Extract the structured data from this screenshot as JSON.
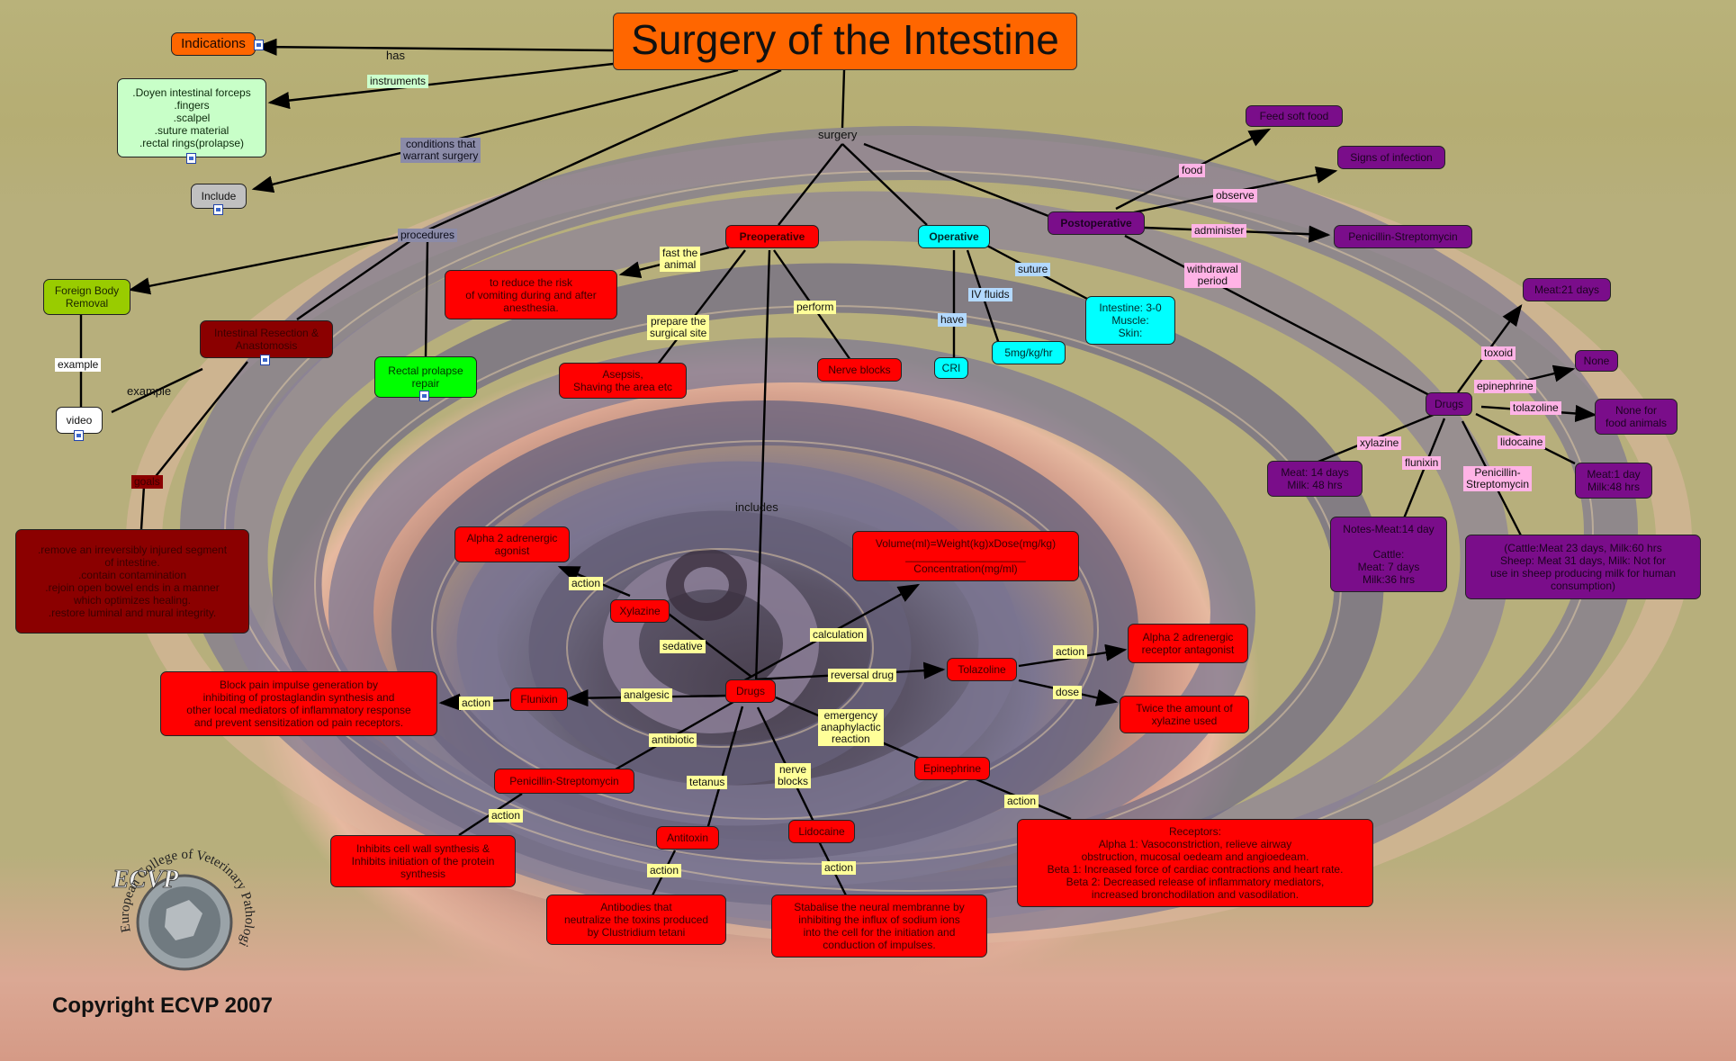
{
  "title": "Surgery of the Intestine",
  "copyright": "Copyright ECVP 2007",
  "logo": {
    "initials": "ECVP",
    "ring_text": "European College of Veterinary Pathologists"
  },
  "colors": {
    "title": "#ff6600",
    "preoperative": "#ff0000",
    "operative": "#00ffff",
    "postoperative": "#7a0d8a",
    "procedures": "#8b0000"
  },
  "nodes": {
    "indications": "Indications",
    "instruments_list": ".Doyen intestinal forceps\n.fingers\n.scalpel\n.suture material\n.rectal rings(prolapse)",
    "include": "Include",
    "foreign_body": "Foreign Body\nRemoval",
    "resection": "Intestinal Resection &\nAnastomosis",
    "rectal": "Rectal prolapse\nrepair",
    "video": "video",
    "resection_desc": ".remove an irreversibly injured segment\nof intestine.\n.contain contamination\n.rejoin open bowel ends in a manner\nwhich optimizes healing.\n.restore luminal and mural integrity.",
    "preop": "Preoperative",
    "vomit": "to reduce the risk\nof vomiting during and after\nanesthesia.",
    "asepsis": "Asepsis,\nShaving the area etc",
    "nerve_blocks": "Nerve blocks",
    "operative": "Operative",
    "cri": "CRI",
    "dose5": "5mg/kg/hr",
    "intestine": "Intestine: 3-0\nMuscle:\nSkin:",
    "postop": "Postoperative",
    "feed": "Feed soft food",
    "signs": "Signs of infection",
    "penstrep_post": "Penicillin-Streptomycin",
    "drugs_post": "Drugs",
    "meat21": "Meat:21 days",
    "none": "None",
    "none_food": "None for\nfood animals",
    "meat14": "Meat: 14 days\nMilk: 48 hrs",
    "notes": "Notes-Meat:14 day\n\nCattle:\nMeat: 7 days\nMilk:36 hrs",
    "cattle": "(Cattle:Meat 23 days, Milk:60 hrs\nSheep: Meat 31 days, Milk: Not for\nuse in sheep producing milk for human\nconsumption)",
    "meat1": "Meat:1 day\nMilk:48 hrs",
    "alpha2": "Alpha 2 adrenergic\nagonist",
    "xylazine": "Xylazine",
    "volume": "Volume(ml)=Weight(kg)xDose(mg/kg)\n____________________\nConcentration(mg/ml)",
    "tolazoline": "Tolazoline",
    "alpha2ant": "Alpha 2 adrenergic\nreceptor antagonist",
    "twice": "Twice the amount of\nxylazine used",
    "block_pain": "Block pain impulse generation by\ninhibiting of prostaglandin synthesis and\nother local mediators of inflammatory response\nand prevent sensitization od pain receptors.",
    "flunixin": "Flunixin",
    "drugs_main": "Drugs",
    "penstrep_main": "Penicillin-Streptomycin",
    "epinephrine": "Epinephrine",
    "inhibits": "Inhibits cell wall synthesis &\nInhibits initiation of the protein\nsynthesis",
    "antitoxin": "Antitoxin",
    "lidocaine": "Lidocaine",
    "antibodies": "Antibodies that\nneutralize the toxins produced\nby Clustridium tetani",
    "stabalise": "Stabalise the neural membranne by\ninhibiting the influx of sodium ions\ninto the cell for the initiation and\nconduction of impulses.",
    "receptors": "Receptors:\nAlpha 1: Vasoconstriction, relieve airway\nobstruction, mucosal oedeam and angioedeam.\nBeta 1: Increased force of cardiac contractions and heart rate.\nBeta 2: Decreased release of inflammatory mediators,\nincreased bronchodilation and vasodilation."
  },
  "links": {
    "has": "has",
    "instruments": "instruments",
    "conditions": "conditions that\nwarrant surgery",
    "procedures": "procedures",
    "surgery": "surgery",
    "example1": "example",
    "example2": "example",
    "goals": "goals",
    "fast": "fast the\nanimal",
    "prepare": "prepare the\nsurgical site",
    "perform": "perform",
    "includes": "includes",
    "suture": "suture",
    "iv_fluids": "IV fluids",
    "have": "have",
    "food": "food",
    "observe": "observe",
    "administer": "administer",
    "withdrawal": "withdrawal\nperiod",
    "toxoid": "toxoid",
    "epinephrine_l": "epinephrine",
    "tolazoline_l": "tolazoline",
    "lidocaine_l": "lidocaine",
    "xylazine_l": "xylazine",
    "flunixin_l": "flunixin",
    "penstrep_l": "Penicillin-\nStreptomycin",
    "action_xyl": "action",
    "sedative": "sedative",
    "calculation": "calculation",
    "reversal": "reversal drug",
    "action_tol": "action",
    "dose": "dose",
    "analgesic": "analgesic",
    "action_flu": "action",
    "antibiotic": "antibiotic",
    "emergency": "emergency\nanaphylactic\nreaction",
    "tetanus": "tetanus",
    "nerve_blocks_l": "nerve\nblocks",
    "action_pen": "action",
    "action_anti": "action",
    "action_lido": "action",
    "action_epi": "action"
  }
}
